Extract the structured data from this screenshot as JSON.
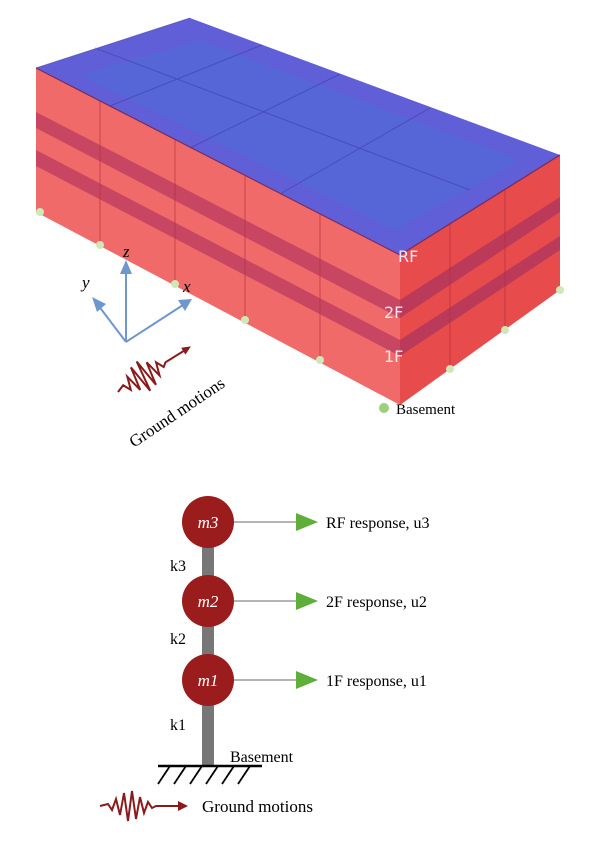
{
  "building": {
    "floor_labels": {
      "rf": "RF",
      "f2": "2F",
      "f1": "1F"
    },
    "basement_label": "Basement",
    "axes": {
      "z": "z",
      "y": "y",
      "x": "x"
    },
    "ground_motion_label": "Ground motions",
    "colors": {
      "roof": "#5a55d8",
      "walls": "#e53a3a",
      "axis": "#6f97cf",
      "wave": "#8b1a1a",
      "node": "#cfe8b8"
    }
  },
  "model": {
    "masses": [
      {
        "mass": "m3",
        "stiffness": "k3",
        "response": "RF response, u3"
      },
      {
        "mass": "m2",
        "stiffness": "k2",
        "response": "2F response, u2"
      },
      {
        "mass": "m1",
        "stiffness": "k1",
        "response": "1F response, u1"
      }
    ],
    "basement_label": "Basement",
    "ground_motion_label": "Ground motions",
    "colors": {
      "mass": "#9b1c1c",
      "column": "#777777",
      "arrow": "#5fae3a",
      "wave": "#8b1a1a"
    }
  }
}
